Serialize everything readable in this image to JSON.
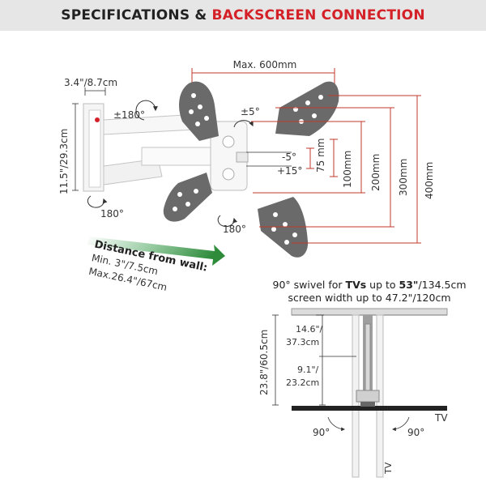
{
  "header": {
    "title_part1": "SPECIFICATIONS & ",
    "title_part2": "BACKSCREEN CONNECTION"
  },
  "colors": {
    "accent_red": "#d42127",
    "plate_gray": "#6a6a6a",
    "arrow_green": "#2e8b3a",
    "dim_red": "#c0392b"
  },
  "dimensions": {
    "max_width": "Max. 600mm",
    "arm_depth": "3.4\"/8.7cm",
    "arm_height": "11.5\"/29.3cm",
    "swivel_arm": "±180°",
    "rotation": "±5°",
    "tilt_down": "-5°",
    "tilt_up": "+15°",
    "rot_left": "180°",
    "rot_right": "180°",
    "vesa": [
      "75 mm",
      "100mm",
      "200mm",
      "300mm",
      "400mm"
    ]
  },
  "distance": {
    "title": "Distance from wall:",
    "min": "Min. 3\"/7.5cm",
    "max": "Max.26.4\"/67cm"
  },
  "swivel_info": {
    "line1_a": "90° swivel for ",
    "line1_bold": "TVs",
    "line1_b": " up to ",
    "line1_bold2": "53\"",
    "line1_c": "/134.5cm",
    "line2": "screen width up to 47.2\"/120cm"
  },
  "topview": {
    "upper_dim_a": "14.6\"/",
    "upper_dim_b": "37.3cm",
    "lower_dim_a": "9.1\"/",
    "lower_dim_b": "23.2cm",
    "total_dim": "23.8\"/60.5cm",
    "angle_left": "90°",
    "angle_right": "90°",
    "tv_label": "TV",
    "tv_label_vertical": "TV"
  },
  "icons": [
    "rotation-arrow-icon",
    "distance-arrow-icon"
  ]
}
